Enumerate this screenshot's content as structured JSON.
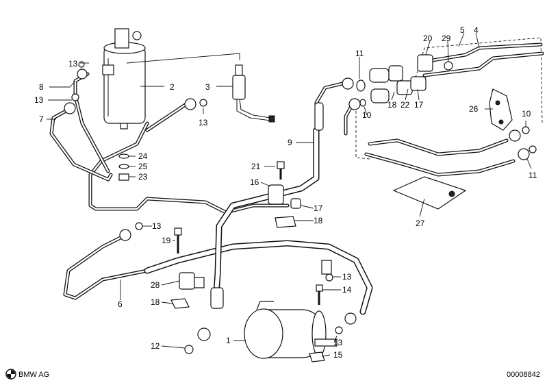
{
  "labels": {
    "p1": "1",
    "p2": "2",
    "p3": "3",
    "p4": "4",
    "p5": "5",
    "p6": "6",
    "p7": "7",
    "p8": "8",
    "p9": "9",
    "p10a": "10",
    "p10b": "10",
    "p11a": "11",
    "p11b": "11",
    "p12": "12",
    "p13a": "13",
    "p13b": "13",
    "p13c": "13",
    "p13d": "13",
    "p13e": "13",
    "p13f": "13",
    "p14": "14",
    "p15": "15",
    "p16": "16",
    "p17a": "17",
    "p17b": "17",
    "p18a": "18",
    "p18b": "18",
    "p18c": "18",
    "p19": "19",
    "p20": "20",
    "p21": "21",
    "p22": "22",
    "p23": "23",
    "p24": "24",
    "p25": "25",
    "p26": "26",
    "p27": "27",
    "p28": "28",
    "p29": "29"
  },
  "footer": {
    "brand": "BMW AG",
    "drawing_number": "00008842"
  }
}
